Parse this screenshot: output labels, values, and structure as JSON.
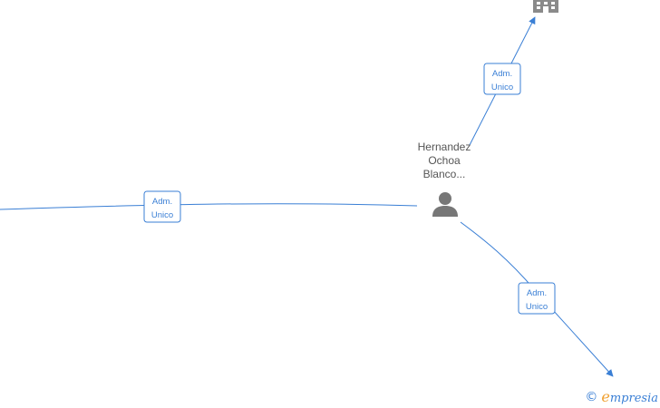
{
  "person_node": {
    "name_lines": [
      "Hernandez",
      "Ochoa",
      "Blanco..."
    ],
    "icon": "person-icon"
  },
  "company_node": {
    "icon": "building-icon"
  },
  "edges": [
    {
      "id": "edge-left",
      "role_lines": [
        "Adm.",
        "Unico"
      ]
    },
    {
      "id": "edge-top",
      "role_lines": [
        "Adm.",
        "Unico"
      ]
    },
    {
      "id": "edge-bottom",
      "role_lines": [
        "Adm.",
        "Unico"
      ]
    }
  ],
  "watermark": {
    "copyright": "©",
    "brand_initial": "e",
    "brand_rest": "mpresia"
  },
  "colors": {
    "edge": "#3a7fd5",
    "node_icon": "#777777",
    "node_text": "#555555",
    "brand_accent": "#f0a030"
  }
}
